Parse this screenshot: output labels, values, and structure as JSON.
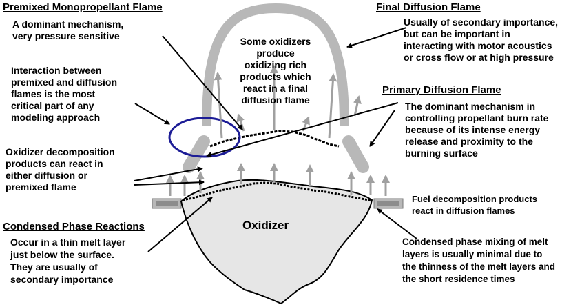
{
  "headings": {
    "premixed": "Premixed Monopropellant Flame",
    "final": "Final Diffusion Flame",
    "primary": "Primary Diffusion Flame",
    "condensed": "Condensed Phase Reactions"
  },
  "notes": {
    "premixed": [
      "A dominant mechanism,",
      "very pressure sensitive"
    ],
    "interaction": [
      "Interaction between",
      "premixed and  diffusion",
      "flames is the most",
      "critical part of any",
      "modeling approach"
    ],
    "oxidizer_decomp": [
      "Oxidizer decomposition",
      "products can react in",
      "either diffusion or",
      "premixed flame"
    ],
    "center": [
      "Some oxidizers",
      "produce",
      "oxidizing rich",
      "products which",
      "react in a final",
      "diffusion flame"
    ],
    "final": [
      "Usually of secondary importance,",
      "but can be important in",
      "interacting with motor acoustics",
      "or cross flow or at high pressure"
    ],
    "primary": [
      "The dominant mechanism in",
      "controlling propellant burn rate",
      "because of its intense energy",
      "release and proximity to the",
      "burning surface"
    ],
    "fuel": [
      "Fuel decomposition products",
      "react in diffusion flames"
    ],
    "condensed": [
      "Occur in a thin melt layer",
      "just below the surface.",
      "They are usually of",
      "secondary importance"
    ],
    "mixing": [
      "Condensed phase mixing of melt",
      "layers is usually minimal due to",
      "the thinness of the melt layers and",
      "the short residence times"
    ],
    "oxidizer_label": "Oxidizer"
  },
  "colors": {
    "flame_gray": "#b8b8b8",
    "arrow_gray": "#a0a0a0",
    "ellipse_blue": "#1c1c96",
    "particle_fill": "#e6e6e6",
    "binder_gray": "#8c8c8c"
  }
}
